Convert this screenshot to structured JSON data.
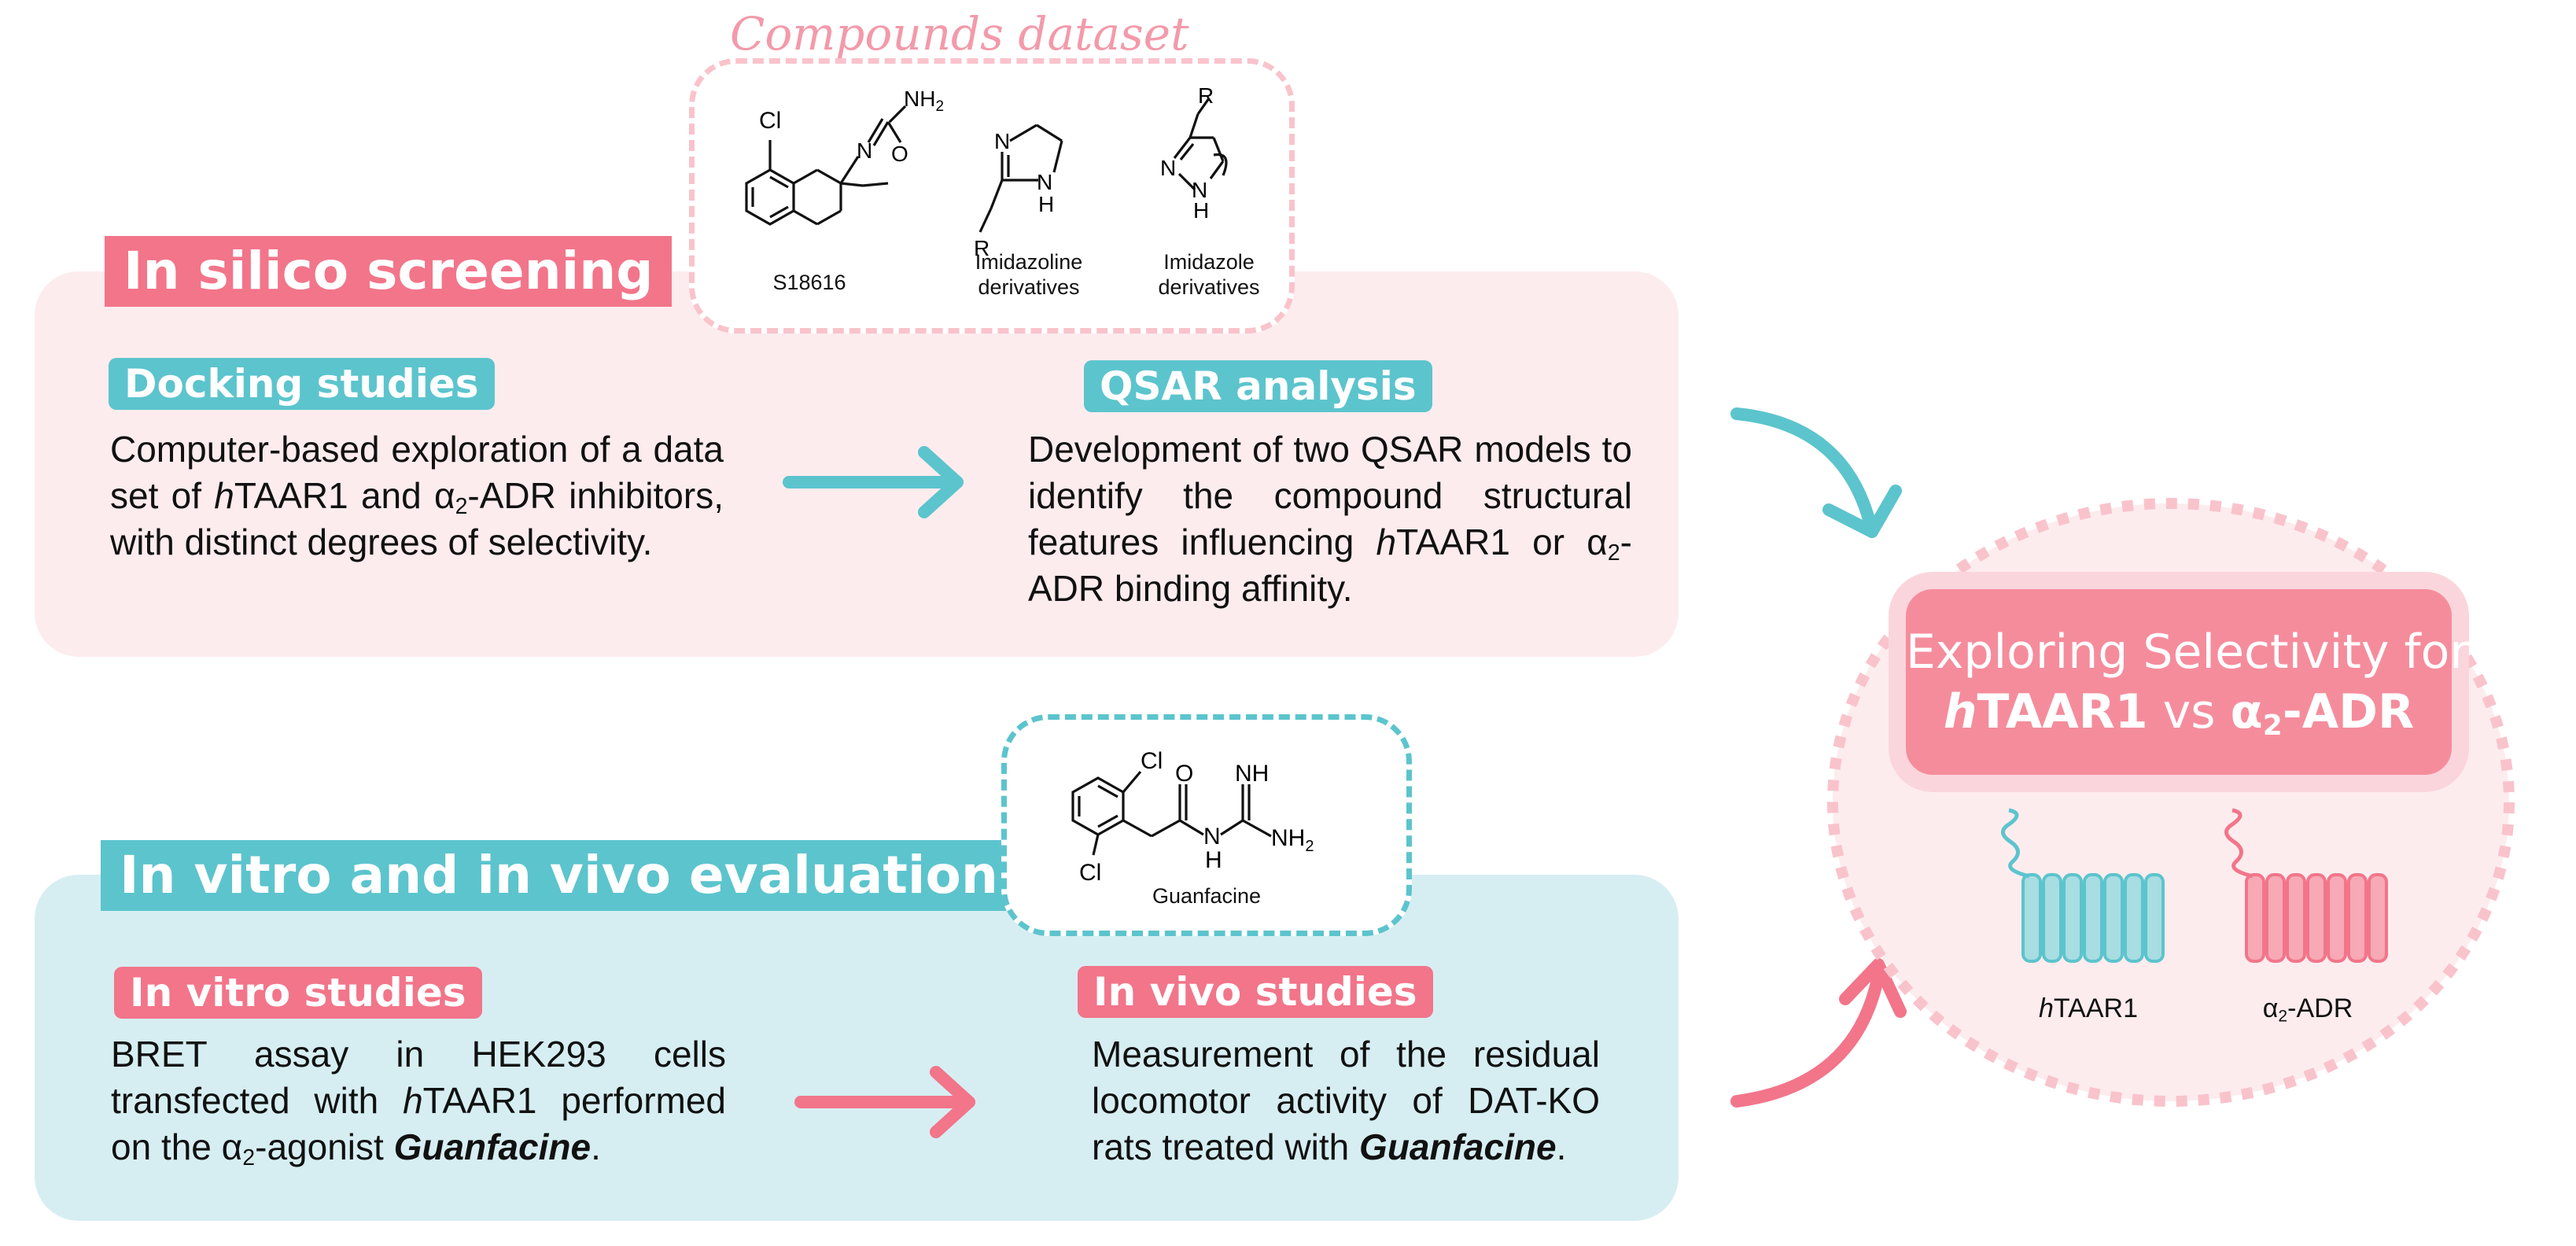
{
  "colors": {
    "pink_accent": "#f2758a",
    "blue_accent": "#5cc4cd",
    "pink_panel": "#fdecee",
    "blue_panel": "#d6eef2",
    "script_title": "#f39aaa",
    "result_card": "#f58c9c"
  },
  "compounds_dataset": {
    "title": "Compounds dataset",
    "molecules": [
      {
        "name": "S18616",
        "atoms": {
          "cl": "Cl",
          "nh2": "NH",
          "nh2_sub": "2",
          "n": "N",
          "o": "O"
        }
      },
      {
        "name": "Imidazoline derivatives",
        "lines": [
          "Imidazoline",
          "derivatives"
        ],
        "atoms": {
          "n": "N",
          "nh_n": "N",
          "nh_h": "H",
          "r": "R"
        }
      },
      {
        "name": "Imidazole derivatives",
        "lines": [
          "Imidazole",
          "derivatives"
        ],
        "atoms": {
          "n": "N",
          "nh_n": "N",
          "nh_h": "H",
          "r": "R"
        }
      }
    ]
  },
  "in_silico": {
    "title": "In silico screening",
    "docking": {
      "label": "Docking studies",
      "text": {
        "p1": "Computer-based exploration of a data set of ",
        "h": "h",
        "p2": "TAAR1 and α",
        "sub": "2",
        "p3": "-ADR inhibitors, with distinct degrees of selectivity."
      }
    },
    "qsar": {
      "label": "QSAR analysis",
      "text": {
        "p1": "Development of two QSAR models to identify the compound structural features influencing ",
        "h": "h",
        "p2": "TAAR1 or α",
        "sub": "2",
        "p3": "-ADR binding affinity."
      }
    }
  },
  "in_vitro_vivo": {
    "title": "In vitro and in vivo evaluation",
    "guanfacine": {
      "name": "Guanfacine",
      "atoms": {
        "cl_top": "Cl",
        "cl_bottom": "Cl",
        "o": "O",
        "nh_top": "NH",
        "nh_mid_n": "N",
        "nh_mid_h": "H",
        "nh2": "NH",
        "nh2_sub": "2"
      }
    },
    "in_vitro": {
      "label": "In vitro studies",
      "text": {
        "p1": "BRET assay  in HEK293 cells transfected with ",
        "h": "h",
        "p2": "TAAR1 performed on the α",
        "sub": "2",
        "p3": "-agonist ",
        "drug": "Guanfacine",
        "p4": "."
      }
    },
    "in_vivo": {
      "label": "In vivo studies",
      "text": {
        "p1": "Measurement of the residual locomotor activity of DAT-KO rats treated with ",
        "drug": "Guanfacine",
        "p2": "."
      }
    }
  },
  "result": {
    "line1": "Exploring Selectivity for",
    "h": "h",
    "taar1": "TAAR1",
    "vs": " vs ",
    "alpha": "α",
    "sub": "2",
    "adr": "-ADR",
    "receptors": [
      {
        "name": "hTAAR1",
        "italic": "h",
        "rest": "TAAR1",
        "color": "#5cc4cd"
      },
      {
        "name": "α2-ADR",
        "alpha": "α",
        "sub": "2",
        "rest": "-ADR",
        "color": "#f2758a"
      }
    ]
  }
}
